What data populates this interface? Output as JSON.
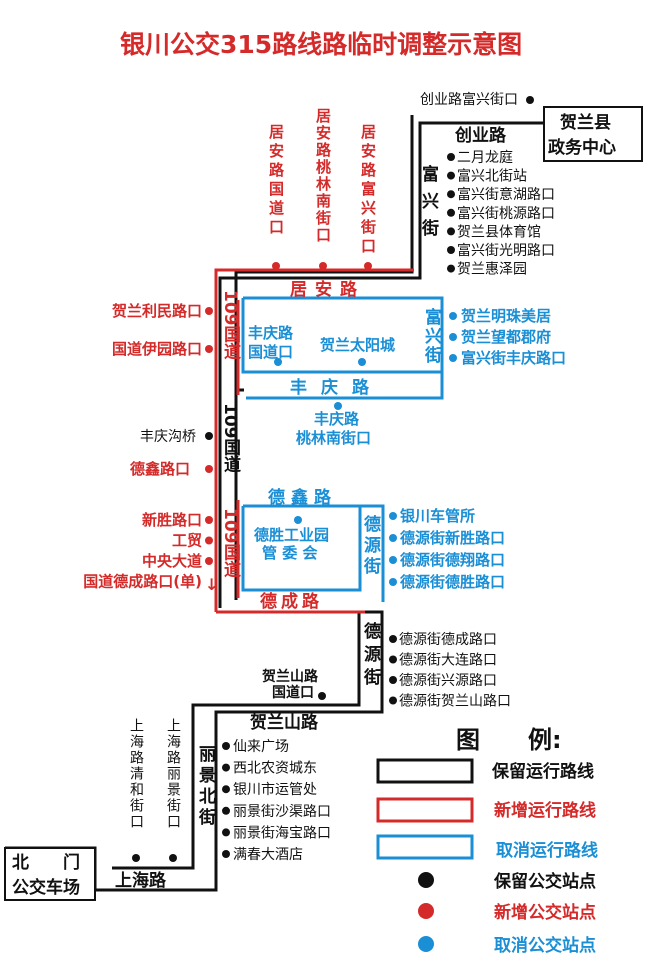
{
  "title": "银川公交315路线路临时调整示意图",
  "colors": {
    "retained": "#111111",
    "added": "#d42a2a",
    "cancelled": "#1a8fd6"
  },
  "terminals": {
    "start_line1": "北　　门",
    "start_line2": "公交车场",
    "end_line1": "贺兰县",
    "end_line2": "政务中心"
  },
  "roads": {
    "shanghai": "上海路",
    "helanshan": "贺兰山路",
    "chuangye": "创业路",
    "juan": "居安路",
    "fengqing": "丰庆路",
    "dexin": "德鑫路",
    "decheng": "德成路",
    "lijing": "丽景北街",
    "deyuan_a": "德源街",
    "deyuan_b": "德源街",
    "fuxing_a": "富兴街",
    "fuxing_b": "富兴街",
    "gd109_a": "109国道",
    "gd109_b": "109国道",
    "gd109_c": "109国道"
  },
  "stops": {
    "shanghai_qinghe": "上海路清和街口",
    "shanghai_lijing": "上海路丽景街口",
    "lijing": [
      "仙来广场",
      "西北农资城东",
      "银川市运管处",
      "丽景街沙渠路口",
      "丽景街海宝路口",
      "满春大酒店"
    ],
    "helanshan_guodao_1": "贺兰山路",
    "helanshan_guodao_2": "国道口",
    "deyuan_keep": [
      "德源街德成路口",
      "德源街大连路口",
      "德源街兴源路口",
      "德源街贺兰山路口"
    ],
    "deyuan_cancel": [
      "银川车管所",
      "德源街新胜路口",
      "德源街德翔路口",
      "德源街德胜路口"
    ],
    "desheng_1": "德胜工业园",
    "desheng_2": "管 委 会",
    "fengqing_linnan_1": "丰庆路",
    "fengqing_linnan_2": "桃林南街口",
    "fengqinggou": "丰庆沟桥",
    "dexin_kou": "德鑫路口",
    "gd_left_top": [
      "贺兰利民路口",
      "国道伊园路口"
    ],
    "gd_left_low": [
      "新胜路口",
      "工贸",
      "中央大道",
      "国道德成路口(单)"
    ],
    "fengqing_guodao_1": "丰庆路",
    "fengqing_guodao_2": "国道口",
    "taiyangcheng": "贺兰太阳城",
    "fuxing_cancel": [
      "贺兰明珠美居",
      "贺兰望都郡府",
      "富兴街丰庆路口"
    ],
    "fuxing_keep": [
      "二月龙庭",
      "富兴北街站",
      "富兴街意湖路口",
      "富兴街桃源路口",
      "贺兰县体育馆",
      "富兴街光明路口",
      "贺兰惠泽园"
    ],
    "juan_guodao": "居安路国道口",
    "juan_taolinnan": "居安路桃林南街口",
    "juan_fuxing": "居安路富兴街口",
    "chuangye_fuxing": "创业路富兴街口"
  },
  "legend": {
    "title": "图　　例:",
    "keep_line": "保留运行路线",
    "new_line": "新增运行路线",
    "cancel_line": "取消运行路线",
    "keep_stop": "保留公交站点",
    "new_stop": "新增公交站点",
    "cancel_stop": "取消公交站点"
  }
}
